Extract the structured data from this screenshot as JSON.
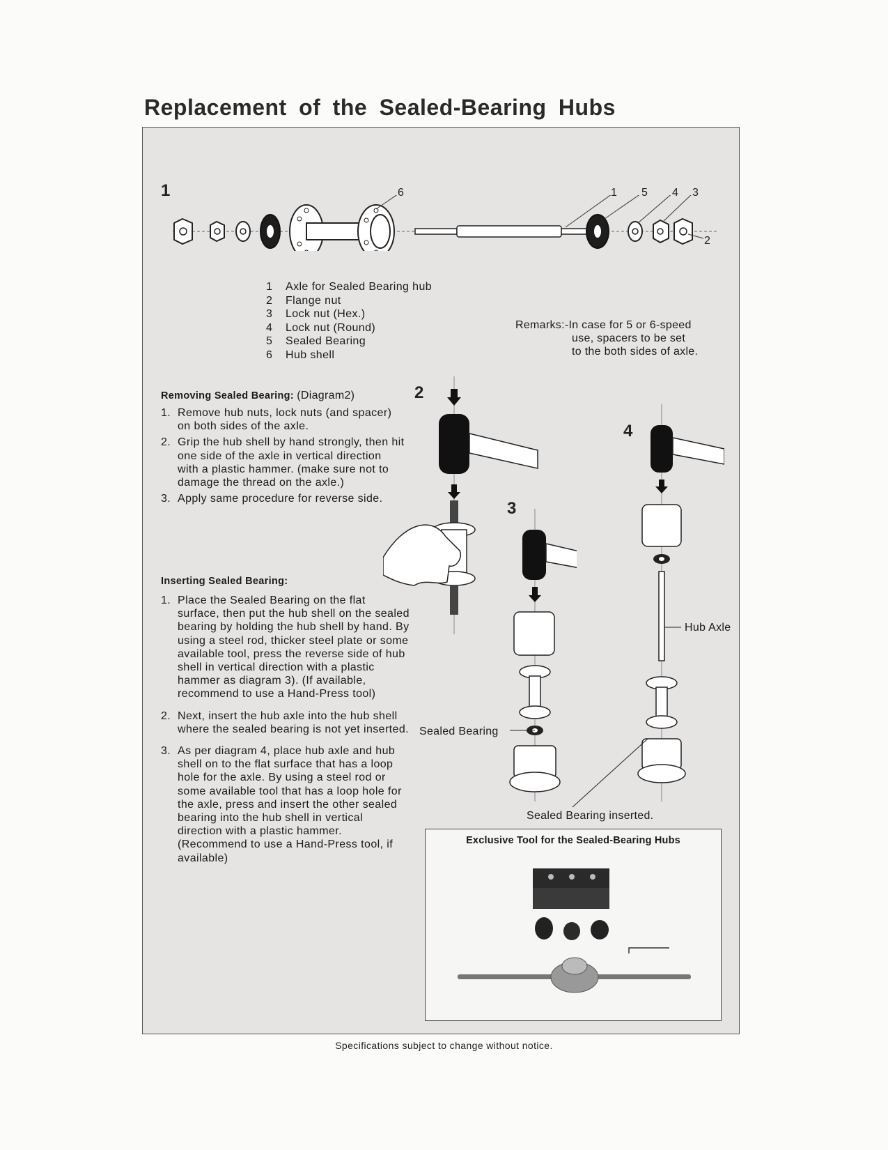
{
  "title": "Replacement of the Sealed-Bearing Hubs",
  "diagram1": {
    "number": "1",
    "callouts": [
      "6",
      "1",
      "5",
      "4",
      "3",
      "2"
    ]
  },
  "parts": [
    {
      "n": "1",
      "label": "Axle for Sealed Bearing hub"
    },
    {
      "n": "2",
      "label": "Flange nut"
    },
    {
      "n": "3",
      "label": "Lock nut (Hex.)"
    },
    {
      "n": "4",
      "label": "Lock nut (Round)"
    },
    {
      "n": "5",
      "label": "Sealed Bearing"
    },
    {
      "n": "6",
      "label": "Hub shell"
    }
  ],
  "remarks": {
    "line1": "Remarks:-In case for 5 or 6-speed",
    "line2": "use, spacers to be set",
    "line3": "to the both sides of axle."
  },
  "removing": {
    "heading": "Removing Sealed Bearing:",
    "subheading": "(Diagram2)",
    "steps": [
      {
        "num": "1.",
        "text": "Remove hub nuts, lock nuts (and spacer) on both sides of the axle."
      },
      {
        "num": "2.",
        "text": "Grip the hub shell by hand strongly, then hit one side of the axle in vertical direction with a plastic hammer. (make sure not to damage the thread on the axle.)"
      },
      {
        "num": "3.",
        "text": "Apply same procedure for reverse side."
      }
    ]
  },
  "inserting": {
    "heading": "Inserting Sealed Bearing:",
    "steps": [
      {
        "num": "1.",
        "text": "Place the Sealed Bearing on the flat surface, then put the hub shell on the sealed bearing by holding the hub shell by hand. By using a steel rod, thicker steel plate or some available tool, press the reverse side of hub shell in vertical direction with a plastic hammer as diagram 3). (If available, recommend to use a Hand-Press tool)"
      },
      {
        "num": "2.",
        "text": "Next, insert the hub axle into the hub shell where the sealed bearing is not yet inserted."
      },
      {
        "num": "3.",
        "text": "As per diagram 4, place hub axle and hub shell on to the flat surface that has a loop hole for the axle. By using a steel rod or some available tool that has a loop hole for the axle, press and insert the other sealed bearing into the hub shell in vertical direction with a plastic hammer. (Recommend to use a Hand-Press tool, if available)"
      }
    ]
  },
  "figures": {
    "fig2": "2",
    "fig3": "3",
    "fig4": "4",
    "sealed_bearing": "Sealed Bearing",
    "hub_axle": "Hub Axle",
    "sealed_bearing_inserted": "Sealed Bearing inserted."
  },
  "tool_box": {
    "title": "Exclusive Tool for the Sealed-Bearing Hubs"
  },
  "footer": "Specifications subject to change without notice."
}
